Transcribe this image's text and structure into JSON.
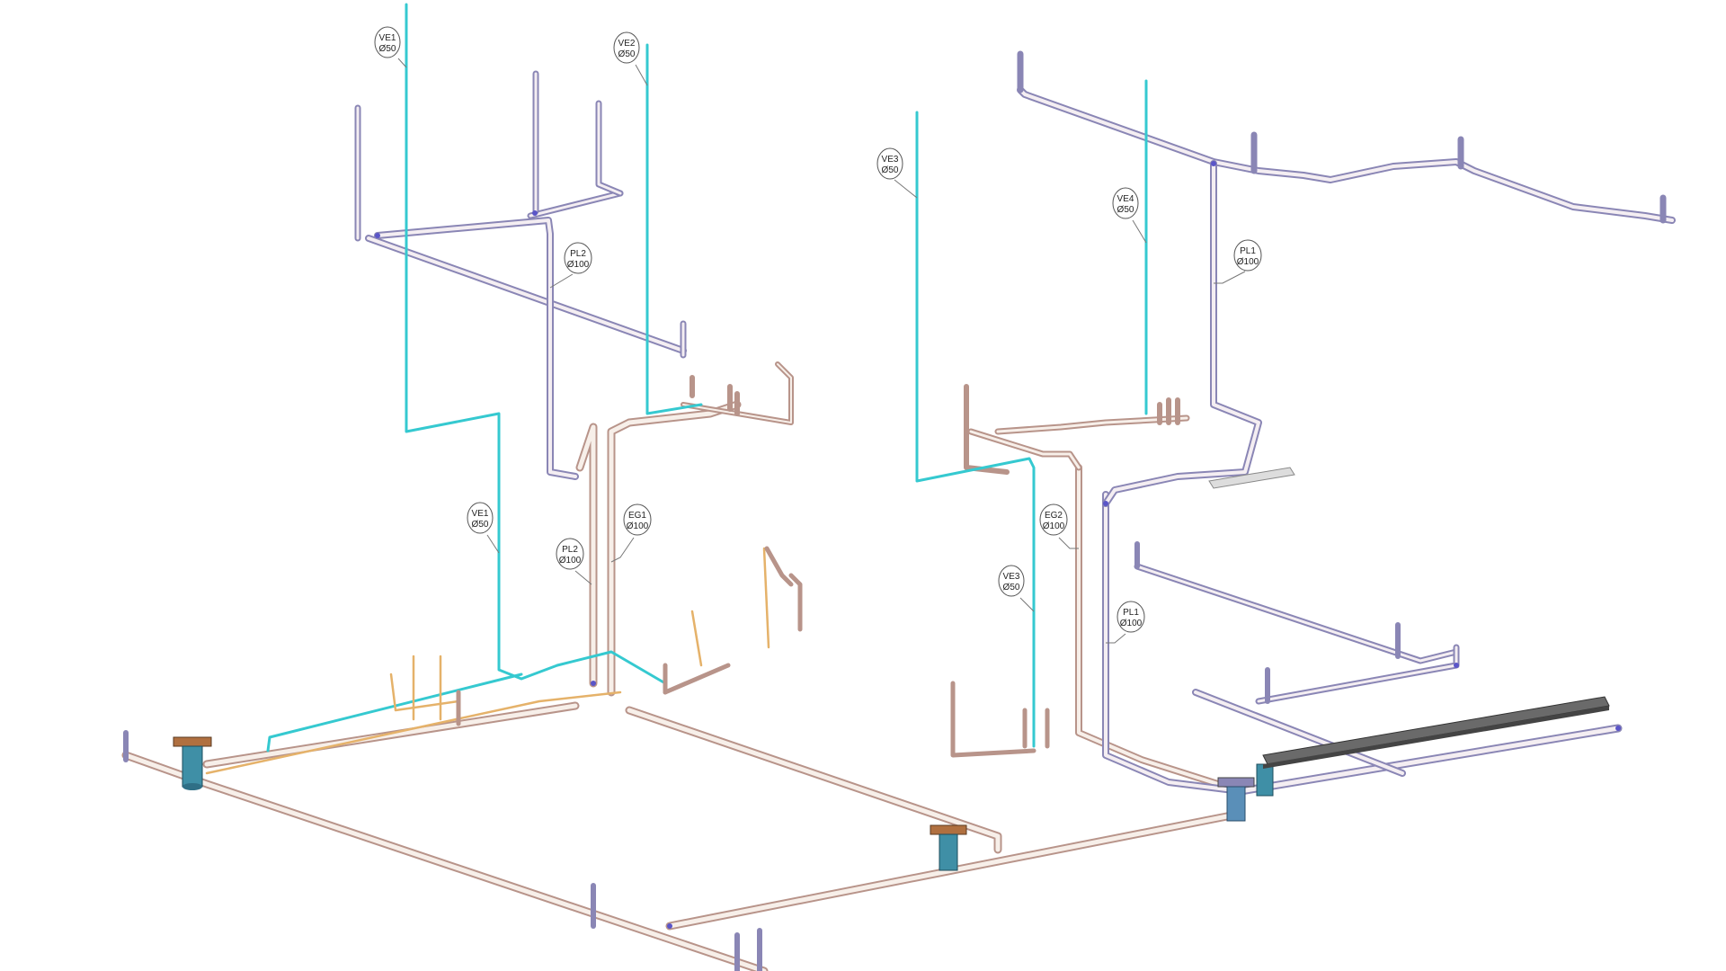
{
  "labels": {
    "ve1_top": {
      "name": "VE1",
      "size": "Ø50"
    },
    "ve2_top": {
      "name": "VE2",
      "size": "Ø50"
    },
    "pl2_top": {
      "name": "PL2",
      "size": "Ø100"
    },
    "ve3_top": {
      "name": "VE3",
      "size": "Ø50"
    },
    "ve4_top": {
      "name": "VE4",
      "size": "Ø50"
    },
    "pl1_top": {
      "name": "PL1",
      "size": "Ø100"
    },
    "ve1_low": {
      "name": "VE1",
      "size": "Ø50"
    },
    "pl2_low": {
      "name": "PL2",
      "size": "Ø100"
    },
    "eg1_low": {
      "name": "EG1",
      "size": "Ø100"
    },
    "eg2_low": {
      "name": "EG2",
      "size": "Ø100"
    },
    "ve3_low": {
      "name": "VE3",
      "size": "Ø50"
    },
    "pl1_low": {
      "name": "PL1",
      "size": "Ø100"
    }
  },
  "colors": {
    "drain_pipe": "#8a86b5",
    "vent_pipe": "#35c9d0",
    "water_supply": "#e5b26a",
    "floor_drain_body": "#3f8fa6",
    "floor_drain_grate": "#b07040",
    "channel_drain": "#5a5a5a"
  }
}
